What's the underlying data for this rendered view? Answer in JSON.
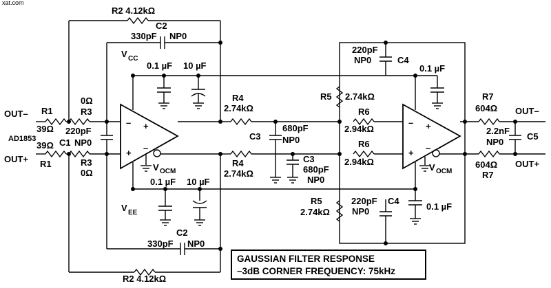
{
  "watermark": "xat.com",
  "part": "AD1853",
  "labels": {
    "out_minus_left": "OUT–",
    "out_plus_left": "OUT+",
    "out_minus_right": "OUT–",
    "out_plus_right": "OUT+",
    "vcc_v": "V",
    "vcc_sub": "CC",
    "vee_v": "V",
    "vee_sub": "EE",
    "vocm_v": "V",
    "vocm_sub": "OCM",
    "minus": "–",
    "plus": "+"
  },
  "components": {
    "r1_top": "R1",
    "r1_top_val": "39Ω",
    "r1_bot": "R1",
    "r1_bot_val": "39Ω",
    "r3_top": "R3",
    "r3_top_val": "0Ω",
    "r3_bot": "R3",
    "r3_bot_val": "0Ω",
    "c1_val": "220pF",
    "c1_name": "C1",
    "c1_type": "NP0",
    "r2_top": "R2 4.12kΩ",
    "r2_bot": "R2 4.12kΩ",
    "c2_top_name": "C2",
    "c2_top_val": "330pF",
    "c2_top_type": "NP0",
    "c2_bot_name": "C2",
    "c2_bot_val": "330pF",
    "c2_bot_type": "NP0",
    "cap_01_top": "0.1 µF",
    "cap_10_top": "10 µF",
    "cap_01_bot": "0.1 µF",
    "cap_10_bot": "10 µF",
    "r4_top": "R4",
    "r4_top_val": "2.74kΩ",
    "r4_bot": "R4",
    "r4_bot_val": "2.74kΩ",
    "c3_mid": "C3",
    "c3_mid_val": "680pF",
    "c3_mid_type": "NP0",
    "c3_low": "C3",
    "c3_low_val": "680pF",
    "c3_low_type": "NP0",
    "c4_top_val": "220pF",
    "c4_top_type": "NP0",
    "c4_top": "C4",
    "c4_bot_val": "220pF",
    "c4_bot": "C4",
    "c4_bot_type": "NP0",
    "r5_top": "R5",
    "r5_top_val": "2.74kΩ",
    "r5_bot": "R5",
    "r5_bot_val": "2.74kΩ",
    "r6_top": "R6",
    "r6_top_val": "2.94kΩ",
    "r6_bot": "R6",
    "r6_bot_val": "2.94kΩ",
    "cap_01_right_top": "0.1 µF",
    "cap_01_right_bot": "0.1 µF",
    "r7_top": "R7",
    "r7_top_val": "604Ω",
    "r7_bot_val": "604Ω",
    "r7_bot": "R7",
    "c5_val": "2.2nF",
    "c5_type": "NP0",
    "c5_name": "C5"
  },
  "caption": {
    "line1": "GAUSSIAN FILTER RESPONSE",
    "line2": "–3dB CORNER FREQUENCY: 75kHz"
  }
}
